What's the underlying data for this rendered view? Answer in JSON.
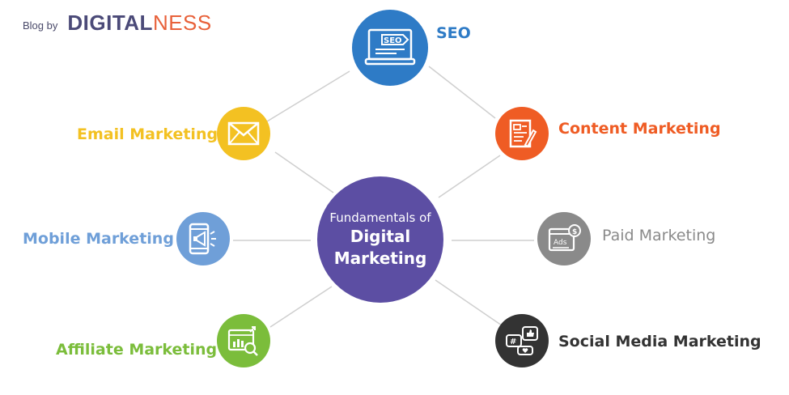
{
  "brand": {
    "prefix": "Blog by",
    "part_a": "DIGITAL",
    "part_b": "NESS"
  },
  "center": {
    "line1": "Fundamentals of",
    "line2": "Digital",
    "line3": "Marketing"
  },
  "nodes": {
    "seo": {
      "label": "SEO",
      "color": "#2e7bc6",
      "icon": "seo-laptop-icon"
    },
    "content": {
      "label": "Content Marketing",
      "color": "#ef5c24",
      "icon": "document-pencil-icon"
    },
    "paid": {
      "label": "Paid Marketing",
      "color": "#8a8a8a",
      "icon": "ads-dollar-icon"
    },
    "social": {
      "label": "Social Media Marketing",
      "color": "#333333",
      "icon": "social-bubbles-icon"
    },
    "affiliate": {
      "label": "Affiliate Marketing",
      "color": "#7bbd3b",
      "icon": "analytics-magnifier-icon"
    },
    "mobile": {
      "label": "Mobile Marketing",
      "color": "#6f9fd8",
      "icon": "phone-megaphone-icon"
    },
    "email": {
      "label": "Email Marketing",
      "color": "#f3c122",
      "icon": "envelope-icon"
    }
  }
}
